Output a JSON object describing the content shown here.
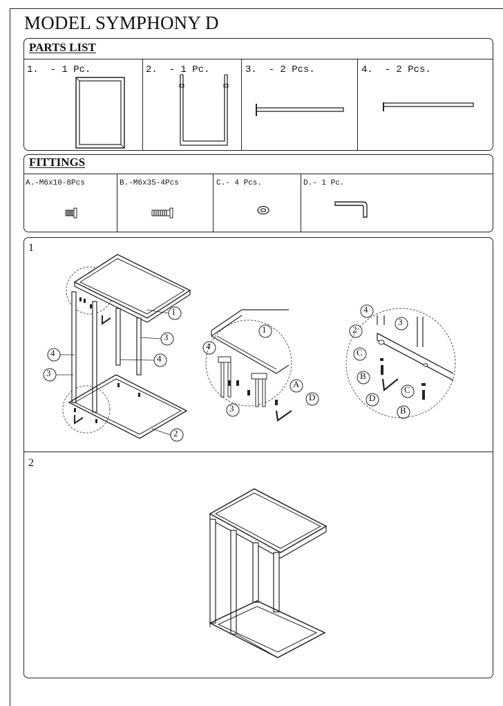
{
  "document": {
    "title": "MODEL SYMPHONY D"
  },
  "parts_list": {
    "heading": "PARTS LIST",
    "items": [
      {
        "label": "1.  - 1 Pc."
      },
      {
        "label": "2.  - 1 Pc."
      },
      {
        "label": "3.  - 2 Pcs."
      },
      {
        "label": "4.  - 2 Pcs."
      }
    ]
  },
  "fittings": {
    "heading": "FITTINGS",
    "items": [
      {
        "label": "A.-M6x10-8Pcs"
      },
      {
        "label": "B.-M6x35-4Pcs"
      },
      {
        "label": "C.- 4 Pcs."
      },
      {
        "label": "D.- 1 Pc."
      }
    ]
  },
  "steps": [
    {
      "number": "1",
      "callouts": {
        "main_1": "1",
        "main_3a": "3",
        "main_4a": "4",
        "main_4b": "4",
        "main_3b": "3",
        "main_2": "2",
        "detail1_1": "1",
        "detail1_4": "4",
        "detail1_A": "A",
        "detail1_D": "D",
        "detail1_3": "3",
        "detail2_4": "4",
        "detail2_2": "2",
        "detail2_3": "3",
        "detail2_C1": "C",
        "detail2_B1": "B",
        "detail2_D": "D",
        "detail2_C2": "C",
        "detail2_B2": "B"
      }
    },
    {
      "number": "2"
    }
  ]
}
